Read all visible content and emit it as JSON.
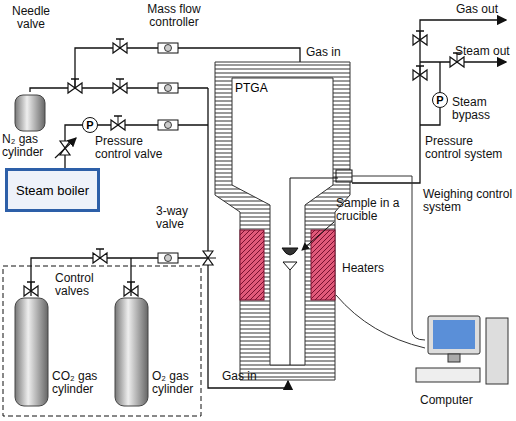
{
  "diagram": {
    "nodes": [
      {
        "text": [
          "PTGA"
        ]
      },
      {
        "text": [
          "P"
        ]
      },
      {
        "text": [
          "Steam boiler"
        ]
      },
      {
        "text": [
          "P"
        ]
      }
    ],
    "labels": [
      "Needle valve",
      "Mass flow controller",
      "Gas in",
      "Gas out",
      "Steam out",
      "Steam bypass",
      "N₂ gas cylinder",
      "Pressure control valve",
      "3-way valve",
      "Pressure control system",
      "Sample in a crucible",
      "Heaters",
      "Weighing control system",
      "Control valves",
      "Gas in",
      "CO₂ gas cylinder",
      "O₂ gas cylinder",
      "Computer"
    ]
  }
}
